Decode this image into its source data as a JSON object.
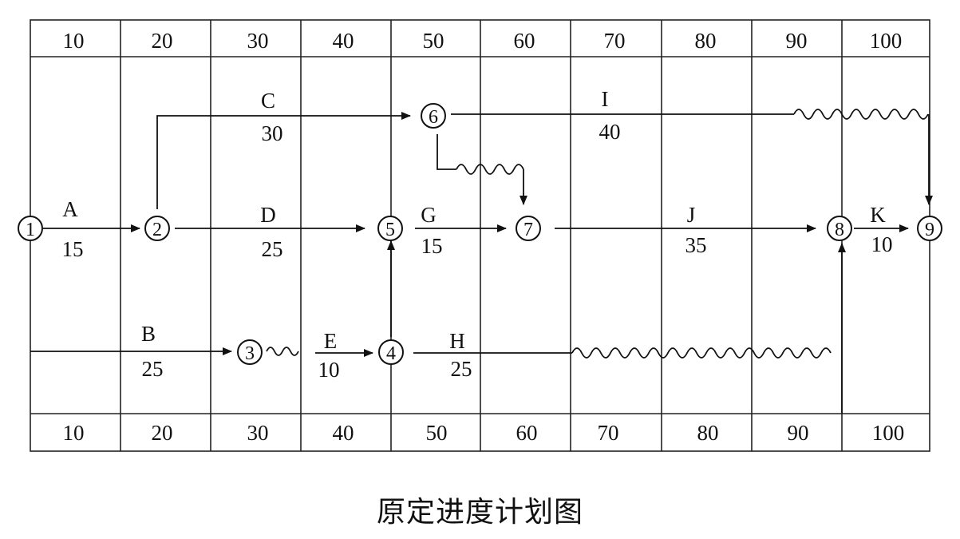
{
  "caption": "原定进度计划图",
  "time_scale": {
    "top": [
      "10",
      "20",
      "30",
      "40",
      "50",
      "60",
      "70",
      "80",
      "90",
      "100"
    ],
    "bottom": [
      "10",
      "20",
      "30",
      "40",
      "50",
      "60",
      "70",
      "80",
      "90",
      "100"
    ]
  },
  "nodes": [
    {
      "id": "1",
      "label": "1"
    },
    {
      "id": "2",
      "label": "2"
    },
    {
      "id": "3",
      "label": "3"
    },
    {
      "id": "4",
      "label": "4"
    },
    {
      "id": "5",
      "label": "5"
    },
    {
      "id": "6",
      "label": "6"
    },
    {
      "id": "7",
      "label": "7"
    },
    {
      "id": "8",
      "label": "8"
    },
    {
      "id": "9",
      "label": "9"
    }
  ],
  "activities": [
    {
      "name": "A",
      "duration": "15",
      "from": "1",
      "to": "2"
    },
    {
      "name": "B",
      "duration": "25",
      "from": "1",
      "to": "3"
    },
    {
      "name": "C",
      "duration": "30",
      "from": "2",
      "to": "6"
    },
    {
      "name": "D",
      "duration": "25",
      "from": "2",
      "to": "5"
    },
    {
      "name": "E",
      "duration": "10",
      "from": "3",
      "to": "4"
    },
    {
      "name": "G",
      "duration": "15",
      "from": "5",
      "to": "7"
    },
    {
      "name": "H",
      "duration": "25",
      "from": "4",
      "to": "8"
    },
    {
      "name": "I",
      "duration": "40",
      "from": "6",
      "to": "9"
    },
    {
      "name": "J",
      "duration": "35",
      "from": "7",
      "to": "8"
    },
    {
      "name": "K",
      "duration": "10",
      "from": "8",
      "to": "9"
    }
  ],
  "dependencies": [
    {
      "from": "4",
      "to": "5"
    },
    {
      "from": "6",
      "to": "7"
    }
  ]
}
